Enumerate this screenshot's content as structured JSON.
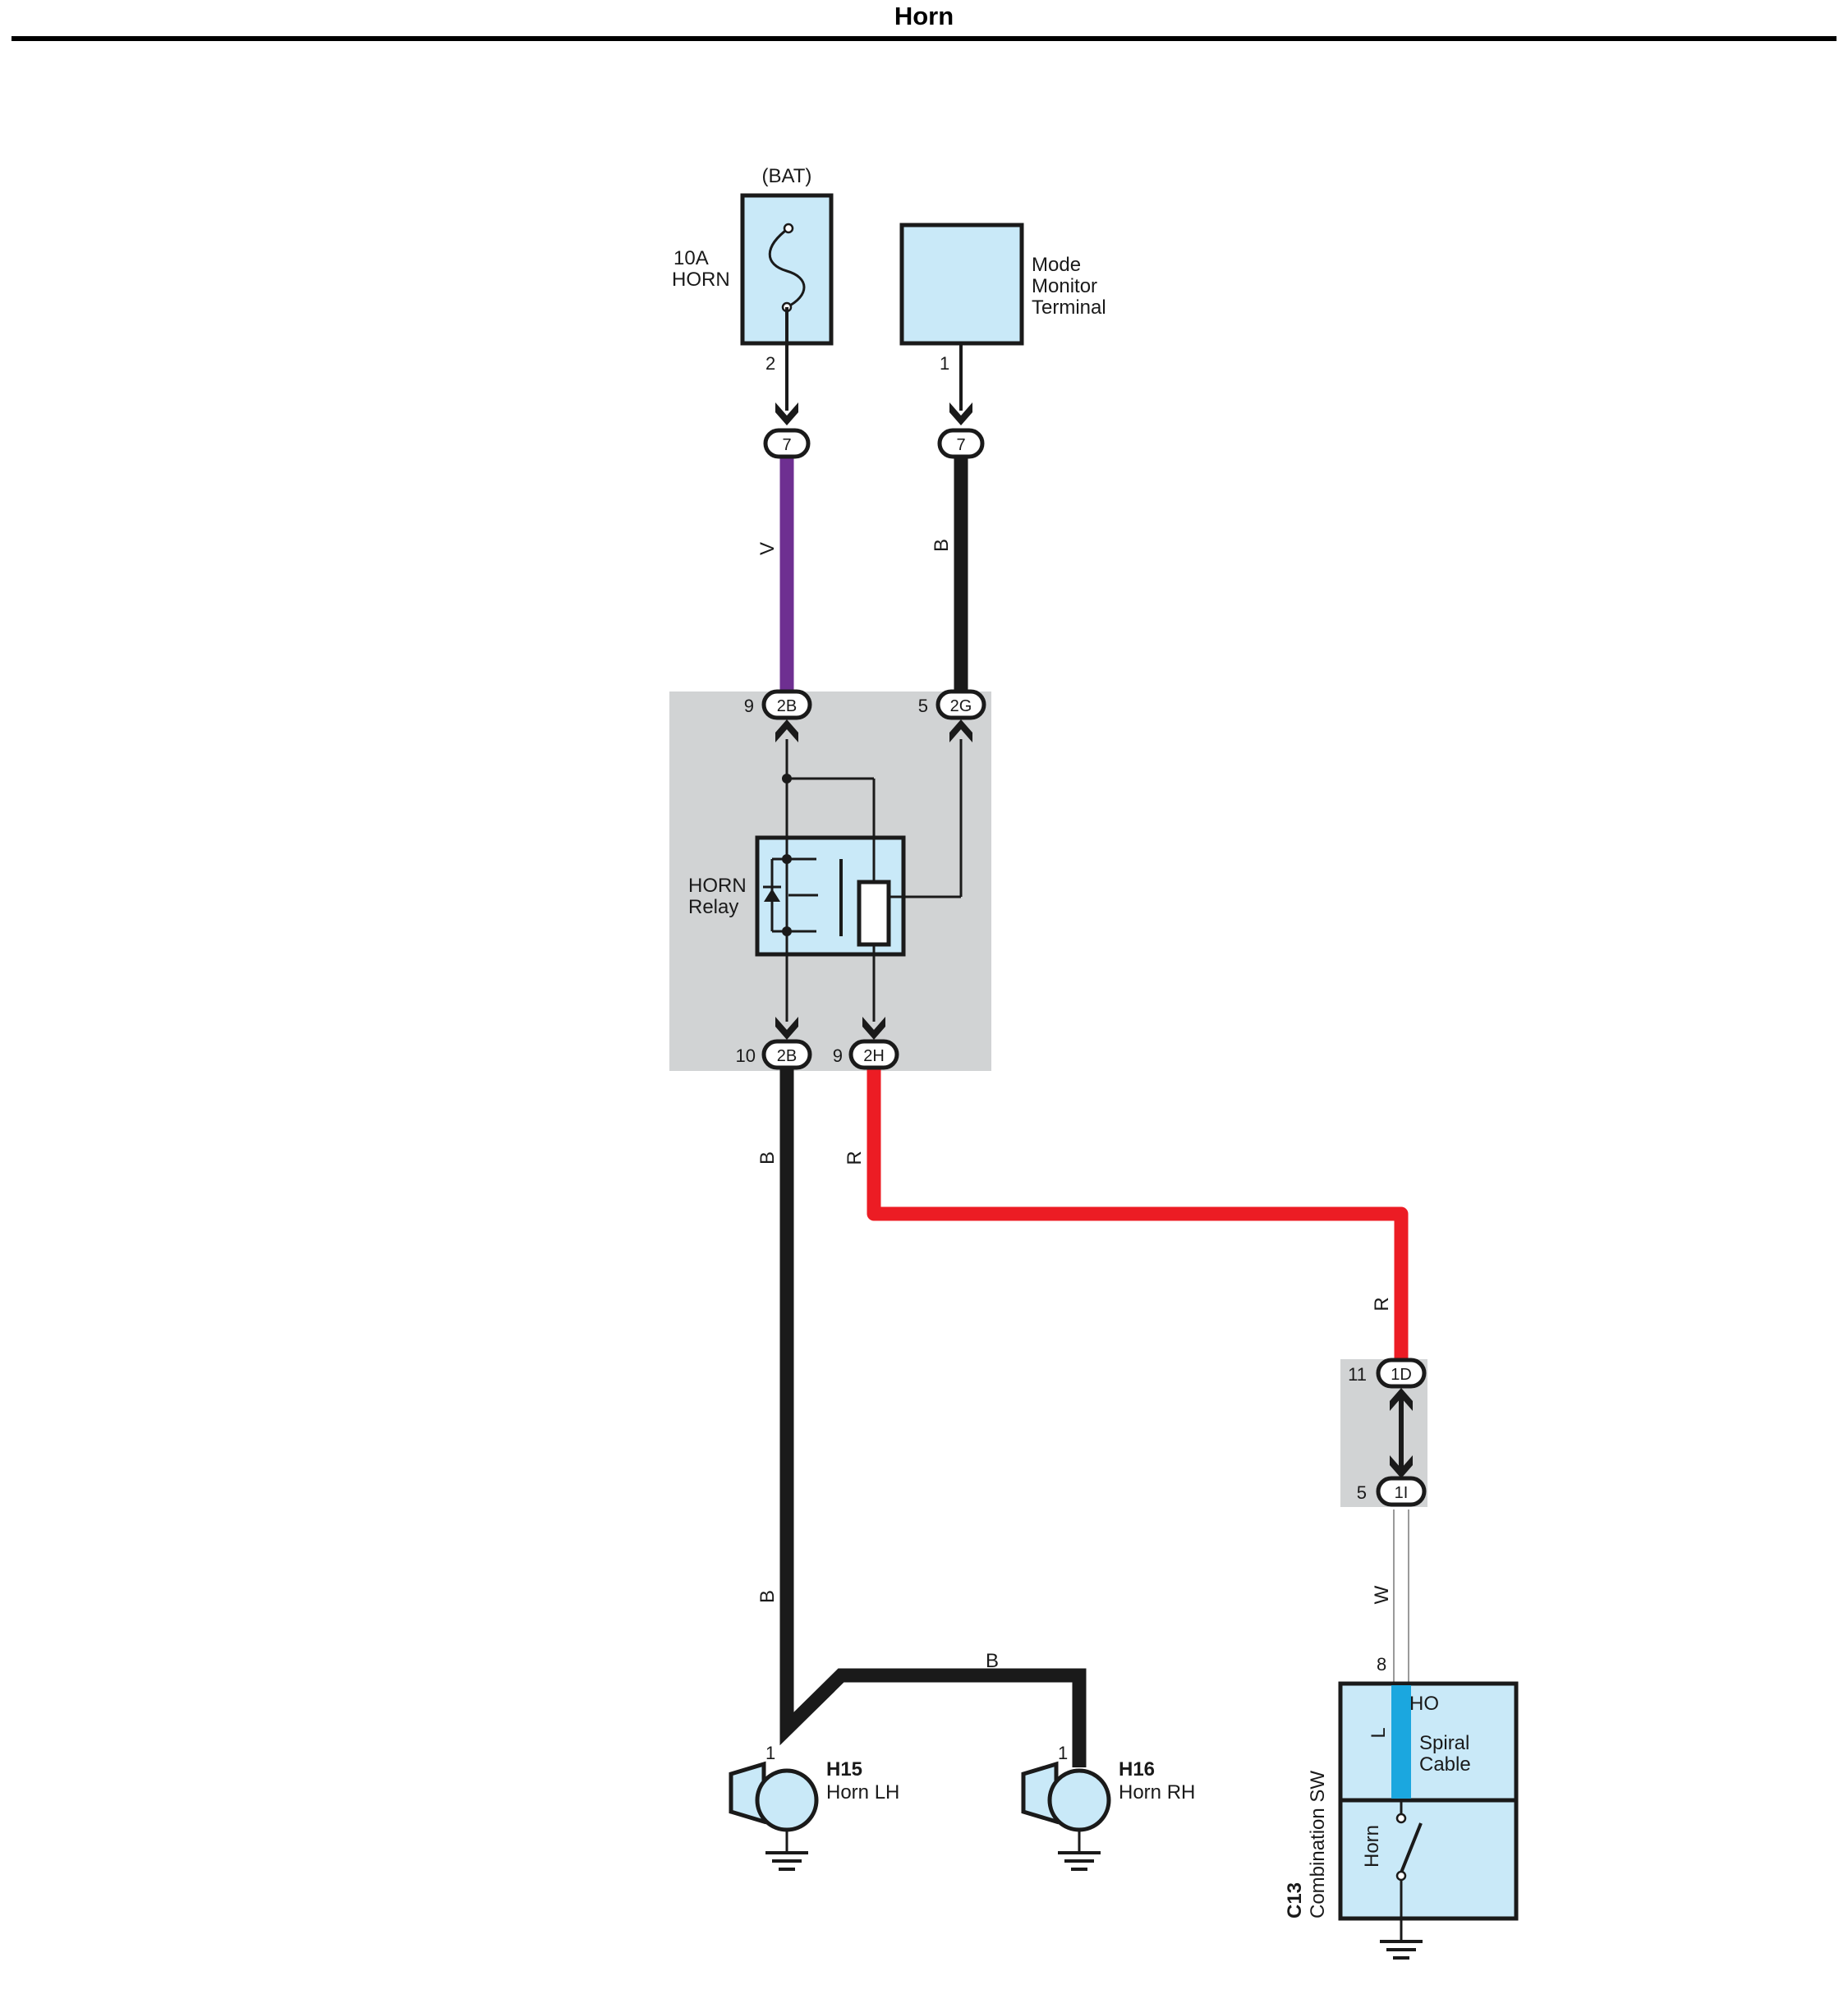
{
  "title": "Horn",
  "colors": {
    "component_fill": "#c9e9f8",
    "module_fill": "#d1d3d4",
    "wire_violet": "#6e2f91",
    "wire_black": "#1a1a1a",
    "wire_red": "#ec1c24",
    "wire_white": "#ffffff",
    "wire_blue": "#1ba7df"
  },
  "components": {
    "fuse": {
      "supply": "(BAT)",
      "rating": "10A",
      "name": "HORN",
      "pin": "2",
      "icon": "fuse-icon"
    },
    "mode_monitor": {
      "line1": "Mode",
      "line2": "Monitor",
      "line3": "Terminal",
      "pin": "1"
    },
    "horn_relay": {
      "line1": "HORN",
      "line2": "Relay",
      "icon": "relay-icon"
    },
    "horn_lh": {
      "code": "H15",
      "name": "Horn LH",
      "pin": "1",
      "icon": "horn-icon"
    },
    "horn_rh": {
      "code": "H16",
      "name": "Horn RH",
      "pin": "1",
      "icon": "horn-icon"
    },
    "combination_sw": {
      "code": "C13",
      "name": "Combination SW",
      "pin": "8",
      "terminal": "HO",
      "spiral_line1": "Spiral",
      "spiral_line2": "Cable",
      "horn_label": "Horn",
      "wire_inside": "L",
      "switch_icon": "switch-icon"
    }
  },
  "connectors": {
    "fuse_out": "7",
    "mode_out": "7",
    "relay_in_left": {
      "pin": "9",
      "code": "2B"
    },
    "relay_in_right": {
      "pin": "5",
      "code": "2G"
    },
    "relay_out_left": {
      "pin": "10",
      "code": "2B"
    },
    "relay_out_right": {
      "pin": "9",
      "code": "2H"
    },
    "junction_top": {
      "pin": "11",
      "code": "1D"
    },
    "junction_bottom": {
      "pin": "5",
      "code": "1I"
    }
  },
  "wires": {
    "fuse_to_relay": "V",
    "mode_to_relay": "B",
    "relay_to_horns": "B",
    "relay_to_horns_lower": "B",
    "horn_link": "B",
    "relay_to_junction": "R",
    "junction_feed": "R",
    "junction_to_switch": "W"
  },
  "icons": [
    "fuse-icon",
    "relay-icon",
    "diode-icon",
    "horn-icon",
    "ground-icon",
    "switch-icon"
  ]
}
